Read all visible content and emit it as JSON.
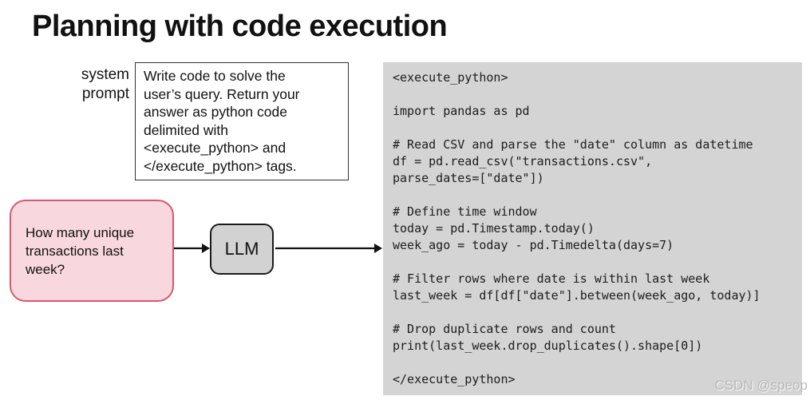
{
  "title": "Planning with code execution",
  "system_prompt": {
    "label_lines": [
      "system",
      "prompt"
    ],
    "lines": [
      "Write code to solve the",
      "user’s query. Return your",
      "answer as python code",
      "delimited with",
      "<execute_python> and",
      "</execute_python> tags."
    ]
  },
  "user_query": {
    "lines": [
      "How many unique",
      "transactions last",
      "week?"
    ]
  },
  "llm_node": {
    "label": "LLM"
  },
  "code_block": {
    "code": "<execute_python>\n\nimport pandas as pd\n\n# Read CSV and parse the \"date\" column as datetime\ndf = pd.read_csv(\"transactions.csv\",\nparse_dates=[\"date\"])\n\n# Define time window\ntoday = pd.Timestamp.today()\nweek_ago = today - pd.Timedelta(days=7)\n\n# Filter rows where date is within last week\nlast_week = df[df[\"date\"].between(week_ago, today)]\n\n# Drop duplicate rows and count\nprint(last_week.drop_duplicates().shape[0])\n\n</execute_python>"
  },
  "watermark": {
    "text": "CSDN @speop"
  },
  "colors": {
    "query_fill": "#f8d8de",
    "query_border": "#d9566b",
    "llm_fill": "#d2d2d2",
    "code_bg": "#d4d4d4",
    "arrow": "#111111",
    "text": "#111111"
  }
}
